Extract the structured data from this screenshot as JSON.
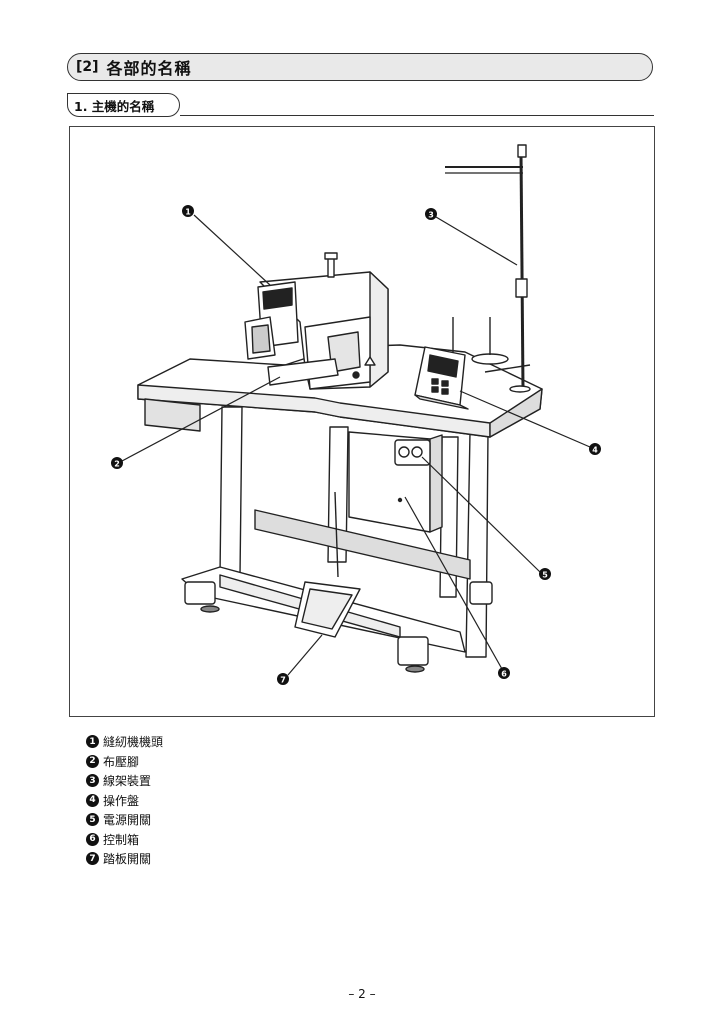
{
  "header": {
    "number": "[2]",
    "title": "各部的名稱"
  },
  "subheader": {
    "title": "1. 主機的名稱"
  },
  "figure": {
    "callouts": [
      "1",
      "2",
      "3",
      "4",
      "5",
      "6",
      "7"
    ]
  },
  "legend": [
    {
      "num": "1",
      "label": "縫紉機機頭"
    },
    {
      "num": "2",
      "label": "布壓腳"
    },
    {
      "num": "3",
      "label": "線架裝置"
    },
    {
      "num": "4",
      "label": "操作盤"
    },
    {
      "num": "5",
      "label": "電源開關"
    },
    {
      "num": "6",
      "label": "控制箱"
    },
    {
      "num": "7",
      "label": "踏板開關"
    }
  ],
  "page_number": "– 2 –"
}
